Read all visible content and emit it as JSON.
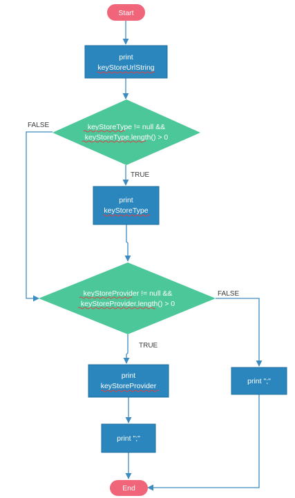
{
  "diagram": {
    "colors": {
      "terminal": "#f0657a",
      "process": "#2a86bd",
      "decision": "#4cc79a",
      "edge": "#3d8bbf"
    },
    "nodes": {
      "start": {
        "text": "Start"
      },
      "print_url": {
        "line1": "print",
        "line2": "keyStoreUrlString"
      },
      "decision_type": {
        "line1": "keyStoreType != null &&",
        "line2": "keyStoreType.length() > 0"
      },
      "print_type": {
        "line1": "print",
        "line2": "keyStoreType"
      },
      "decision_provider": {
        "line1": "keyStoreProvider != null &&",
        "line2": "keyStoreProvider.length() > 0"
      },
      "print_provider": {
        "line1": "print",
        "line2": "keyStoreProvider"
      },
      "print_semi_left": {
        "text": "print \";\""
      },
      "print_semi_right": {
        "text": "print \";\""
      },
      "end": {
        "text": "End"
      }
    },
    "edges": {
      "type_false": "FALSE",
      "type_true": "TRUE",
      "provider_false": "FALSE",
      "provider_true": "TRUE"
    }
  }
}
